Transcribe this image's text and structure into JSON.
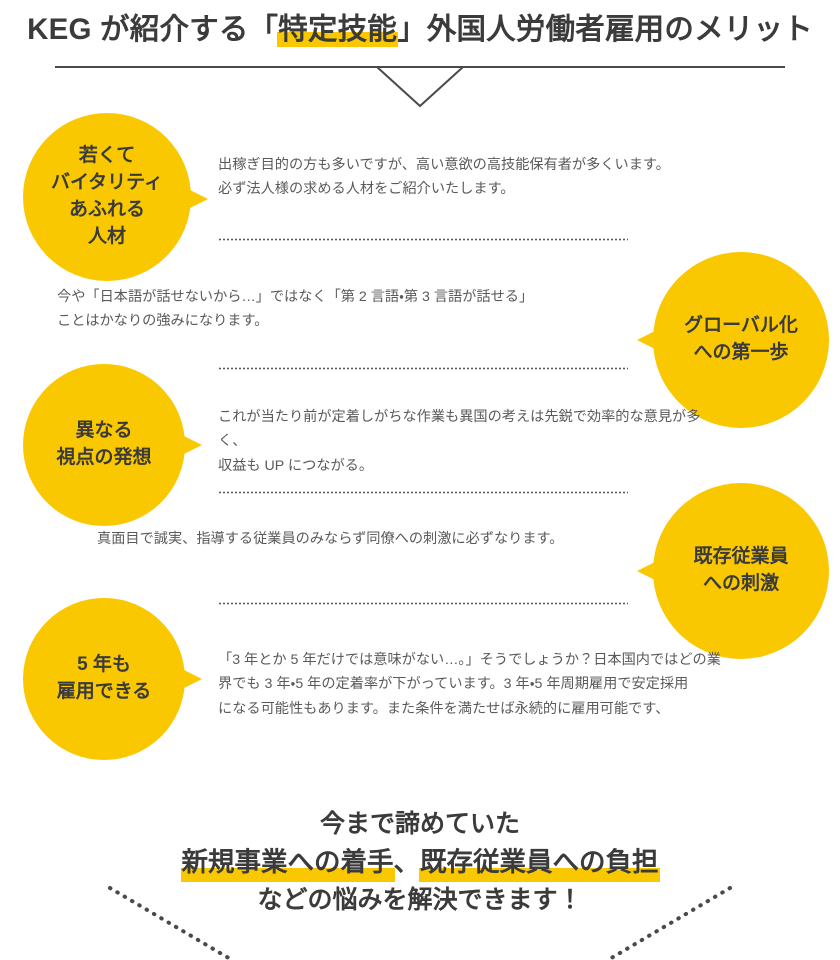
{
  "header": {
    "title_before": "KEG が紹介する「",
    "title_highlight": "特定技能",
    "title_after": "」外国人労働者雇用のメリット",
    "divider_icon": "chevron-down-divider"
  },
  "colors": {
    "accent_yellow": "#fac800",
    "text_dark": "#3b3b3b",
    "text_body": "#5a5a5a",
    "background": "#ffffff"
  },
  "benefits": [
    {
      "circle_label": "若くて\nバイタリティ\nあふれる\n人材",
      "circle_side": "left",
      "text": "出稼ぎ目的の方も多いですが、高い意欲の高技能保有者が多くいます。\n必ず法人様の求める人材をご紹介いたします。"
    },
    {
      "circle_label": "グローバル化\nへの第一歩",
      "circle_side": "right",
      "text": "今や「日本語が話せないから…」ではなく「第 2 言語・第 3 言語が話せる」\nことはかなりの強みになります。"
    },
    {
      "circle_label": "異なる\n視点の発想",
      "circle_side": "left",
      "text": "これが当たり前が定着しがちな作業も異国の考えは先鋭で効率的な意見が多く、\n収益も UP につながる。"
    },
    {
      "circle_label": "既存従業員\nへの刺激",
      "circle_side": "right",
      "text": "真面目で誠実、指導する従業員のみならず同僚への刺激に必ずなります。"
    },
    {
      "circle_label": "5 年も\n雇用できる",
      "circle_side": "left",
      "text": "「3 年とか 5 年だけでは意味がない…。」そうでしょうか？日本国内ではどの業\n界でも 3 年・5 年の定着率が下がっています。3 年・5 年周期雇用で安定採用\nになる可能性もあります。また条件を満たせば永続的に雇用可能です、"
    }
  ],
  "conclusion": {
    "line1": "今まで諦めていた",
    "line2_highlight_a": "新規事業への着手",
    "line2_separator": "、",
    "line2_highlight_b": "既存従業員への負担",
    "line3": "などの悩みを解決できます！",
    "decoration_icon": "dotted-chevron-down"
  }
}
